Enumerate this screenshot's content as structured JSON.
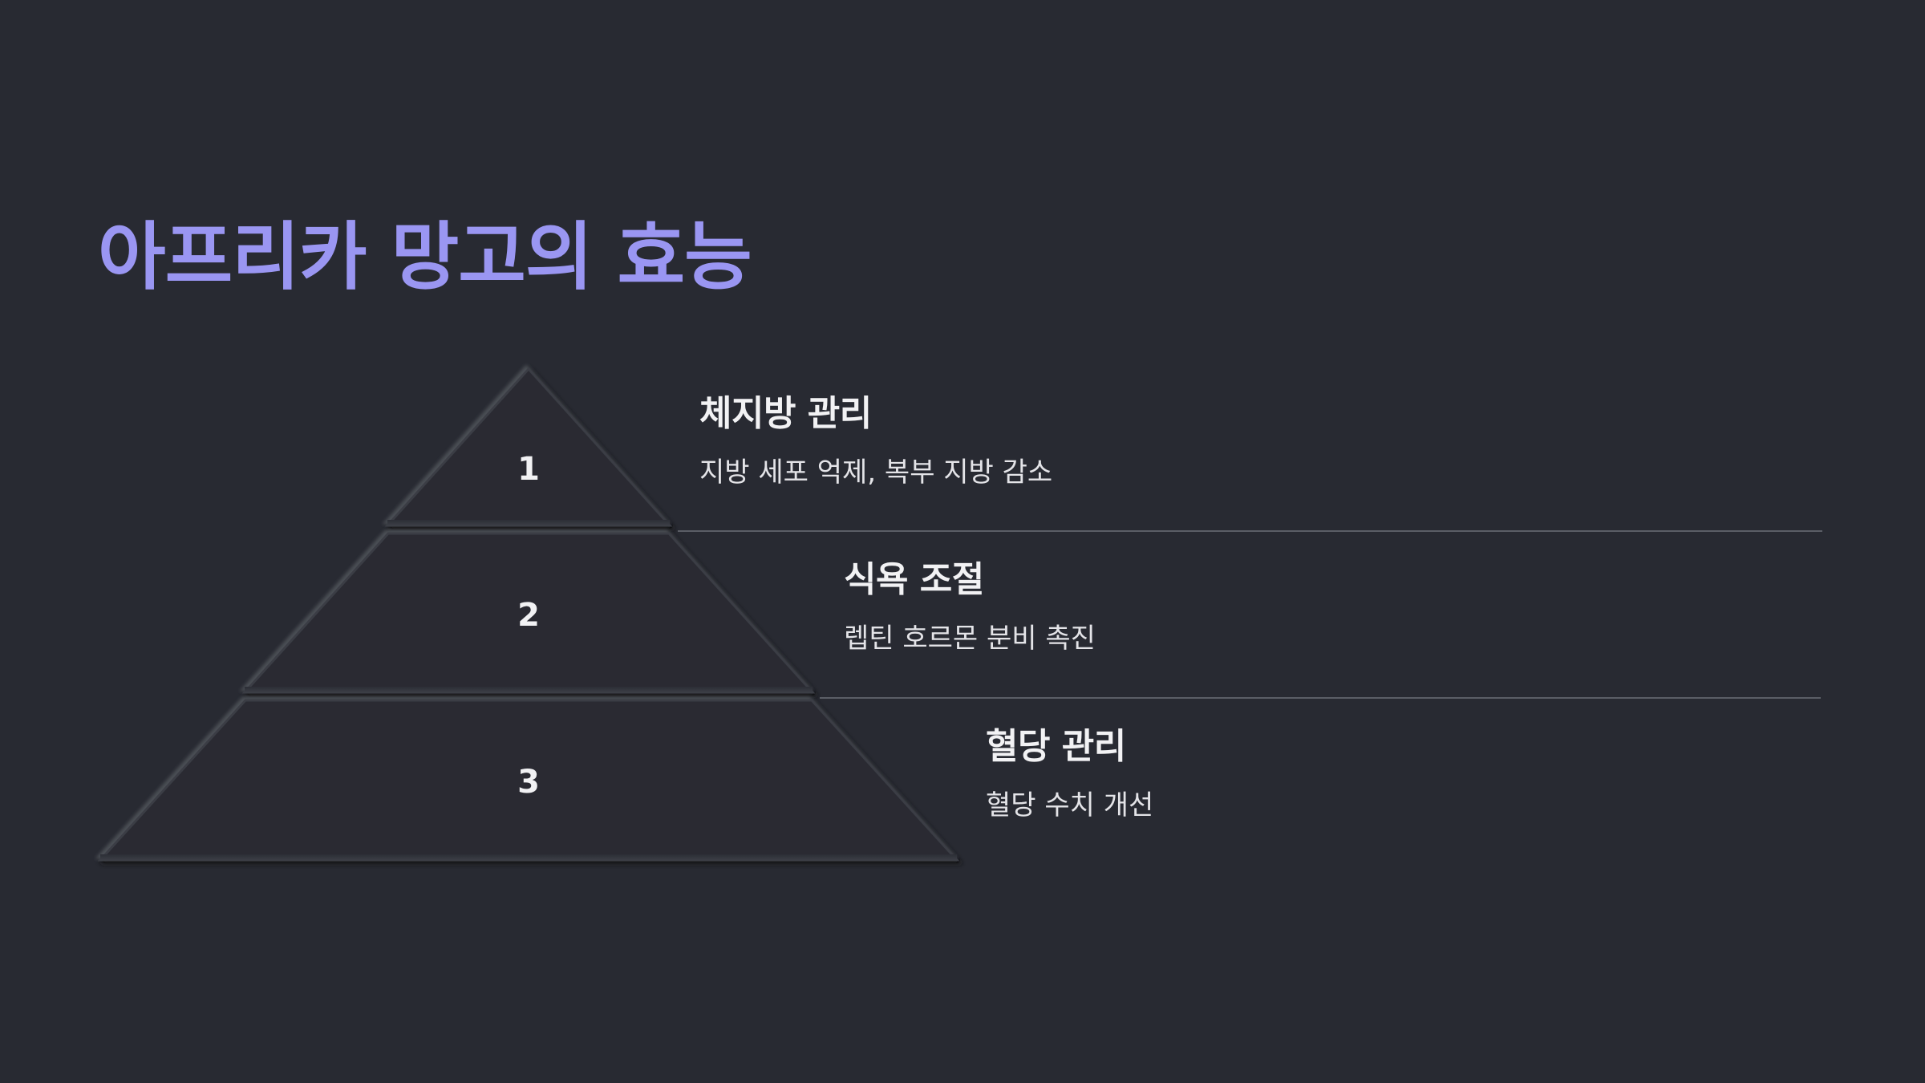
{
  "title": "아프리카 망고의 효능",
  "tiers": [
    {
      "number": "1",
      "title": "체지방 관리",
      "description": "지방 세포 억제, 복부 지방 감소"
    },
    {
      "number": "2",
      "title": "식욕 조절",
      "description": "렙틴 호르몬 분비 촉진"
    },
    {
      "number": "3",
      "title": "혈당 관리",
      "description": "혈당 수치 개선"
    }
  ],
  "colors": {
    "background": "#282a32",
    "title": "#9a96f2",
    "pyramid_fill": "#292b33",
    "text": "#f2f2f4",
    "separator": "#5b5e66"
  }
}
